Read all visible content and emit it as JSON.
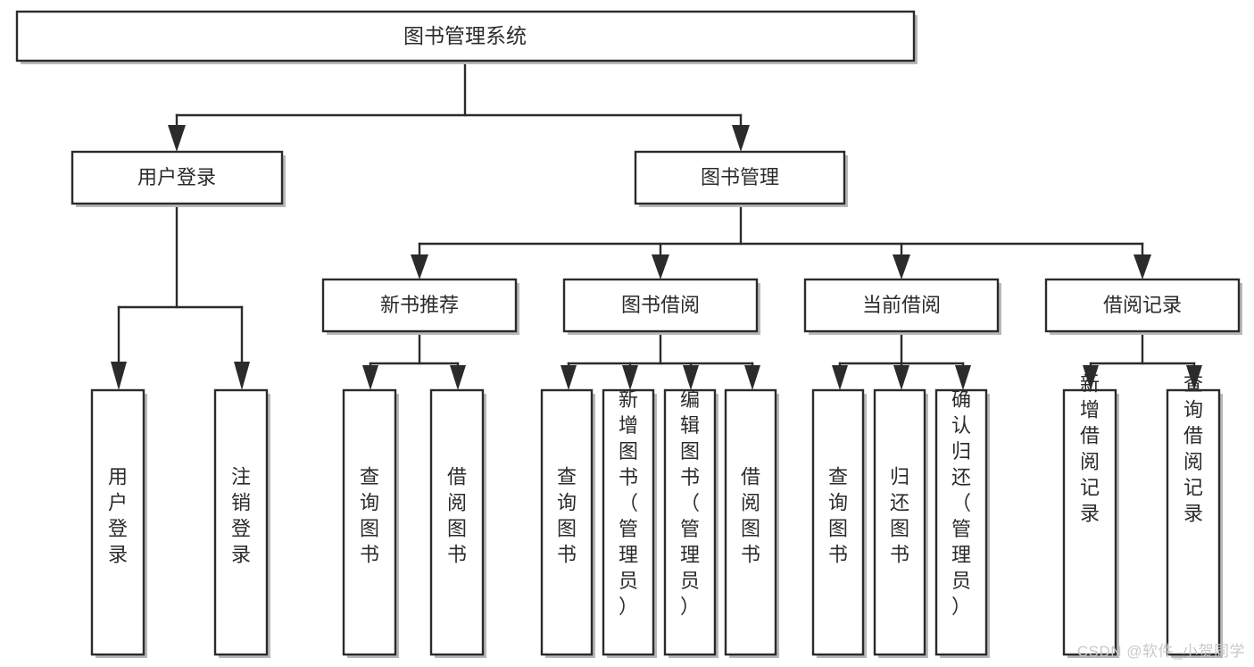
{
  "diagram": {
    "type": "tree",
    "title": "图书管理系统",
    "watermark": "CSDN @软件_小贺同学",
    "colors": {
      "stroke": "#2b2b2b",
      "fill": "#ffffff",
      "shadow": "#b8b8b8",
      "watermark": "#c9c9c9"
    },
    "levels": {
      "root": {
        "label": "图书管理系统"
      },
      "level2": [
        {
          "label": "用户登录"
        },
        {
          "label": "图书管理"
        }
      ],
      "level3": [
        {
          "label": "新书推荐"
        },
        {
          "label": "图书借阅"
        },
        {
          "label": "当前借阅"
        },
        {
          "label": "借阅记录"
        }
      ],
      "leaves": [
        {
          "label": "用户登录",
          "parent": "用户登录"
        },
        {
          "label": "注销登录",
          "parent": "用户登录"
        },
        {
          "label": "查询图书",
          "parent": "新书推荐"
        },
        {
          "label": "借阅图书",
          "parent": "新书推荐"
        },
        {
          "label": "查询图书",
          "parent": "图书借阅"
        },
        {
          "label": "新增图书（管理员）",
          "parent": "图书借阅"
        },
        {
          "label": "编辑图书（管理员）",
          "parent": "图书借阅"
        },
        {
          "label": "借阅图书",
          "parent": "图书借阅"
        },
        {
          "label": "查询图书",
          "parent": "当前借阅"
        },
        {
          "label": "归还图书",
          "parent": "当前借阅"
        },
        {
          "label": "确认归还（管理员）",
          "parent": "当前借阅"
        },
        {
          "label": "新增借阅记录",
          "parent": "借阅记录"
        },
        {
          "label": "查询借阅记录",
          "parent": "借阅记录"
        }
      ]
    }
  }
}
